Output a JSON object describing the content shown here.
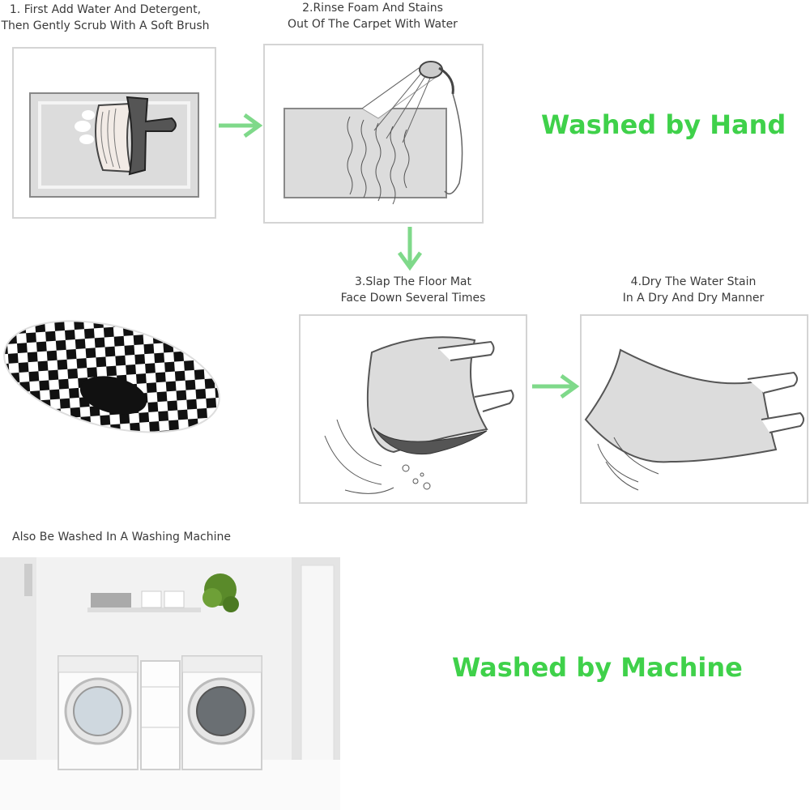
{
  "steps": [
    {
      "caption": "1. First Add Water And Detergent,\nThen Gently Scrub With A Soft Brush"
    },
    {
      "caption": "2.Rinse Foam And Stains\nOut Of The Carpet With Water"
    },
    {
      "caption": "3.Slap The Floor Mat\nFace Down Several Times"
    },
    {
      "caption": "4.Dry The Water Stain\nIn A Dry And Dry Manner"
    }
  ],
  "hand_label": "Washed by Hand",
  "machine_caption": "Also Be Washed In A Washing Machine",
  "machine_label": "Washed by Machine",
  "colors": {
    "accent": "#3fd14a",
    "arrow": "#7fd98a",
    "mat": "#dcdcdc",
    "border": "#d4d4d4"
  }
}
